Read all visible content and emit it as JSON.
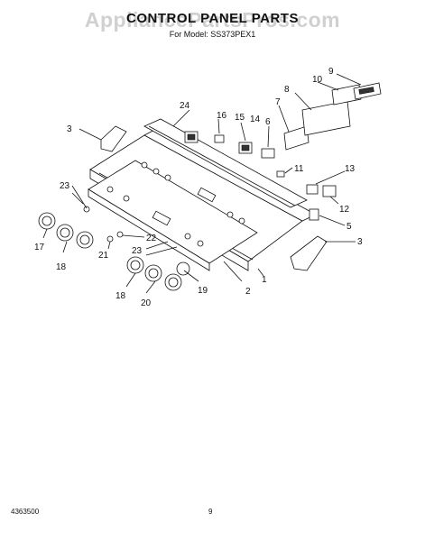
{
  "header": {
    "title": "CONTROL PANEL PARTS",
    "watermark": "AppliancePartsPros.com",
    "subtitle": "For Model: SS373PEX1"
  },
  "footer": {
    "doc_number": "4363500",
    "page_number": "9"
  },
  "callouts": {
    "c1": "1",
    "c2": "2",
    "c3a": "3",
    "c3b": "3",
    "c5": "5",
    "c6": "6",
    "c7": "7",
    "c8": "8",
    "c9": "9",
    "c10": "10",
    "c11": "11",
    "c12": "12",
    "c13": "13",
    "c14": "14",
    "c15": "15",
    "c16": "16",
    "c17": "17",
    "c18a": "18",
    "c18b": "18",
    "c19": "19",
    "c20": "20",
    "c21": "21",
    "c22": "22",
    "c23a": "23",
    "c23b": "23",
    "c24": "24"
  }
}
